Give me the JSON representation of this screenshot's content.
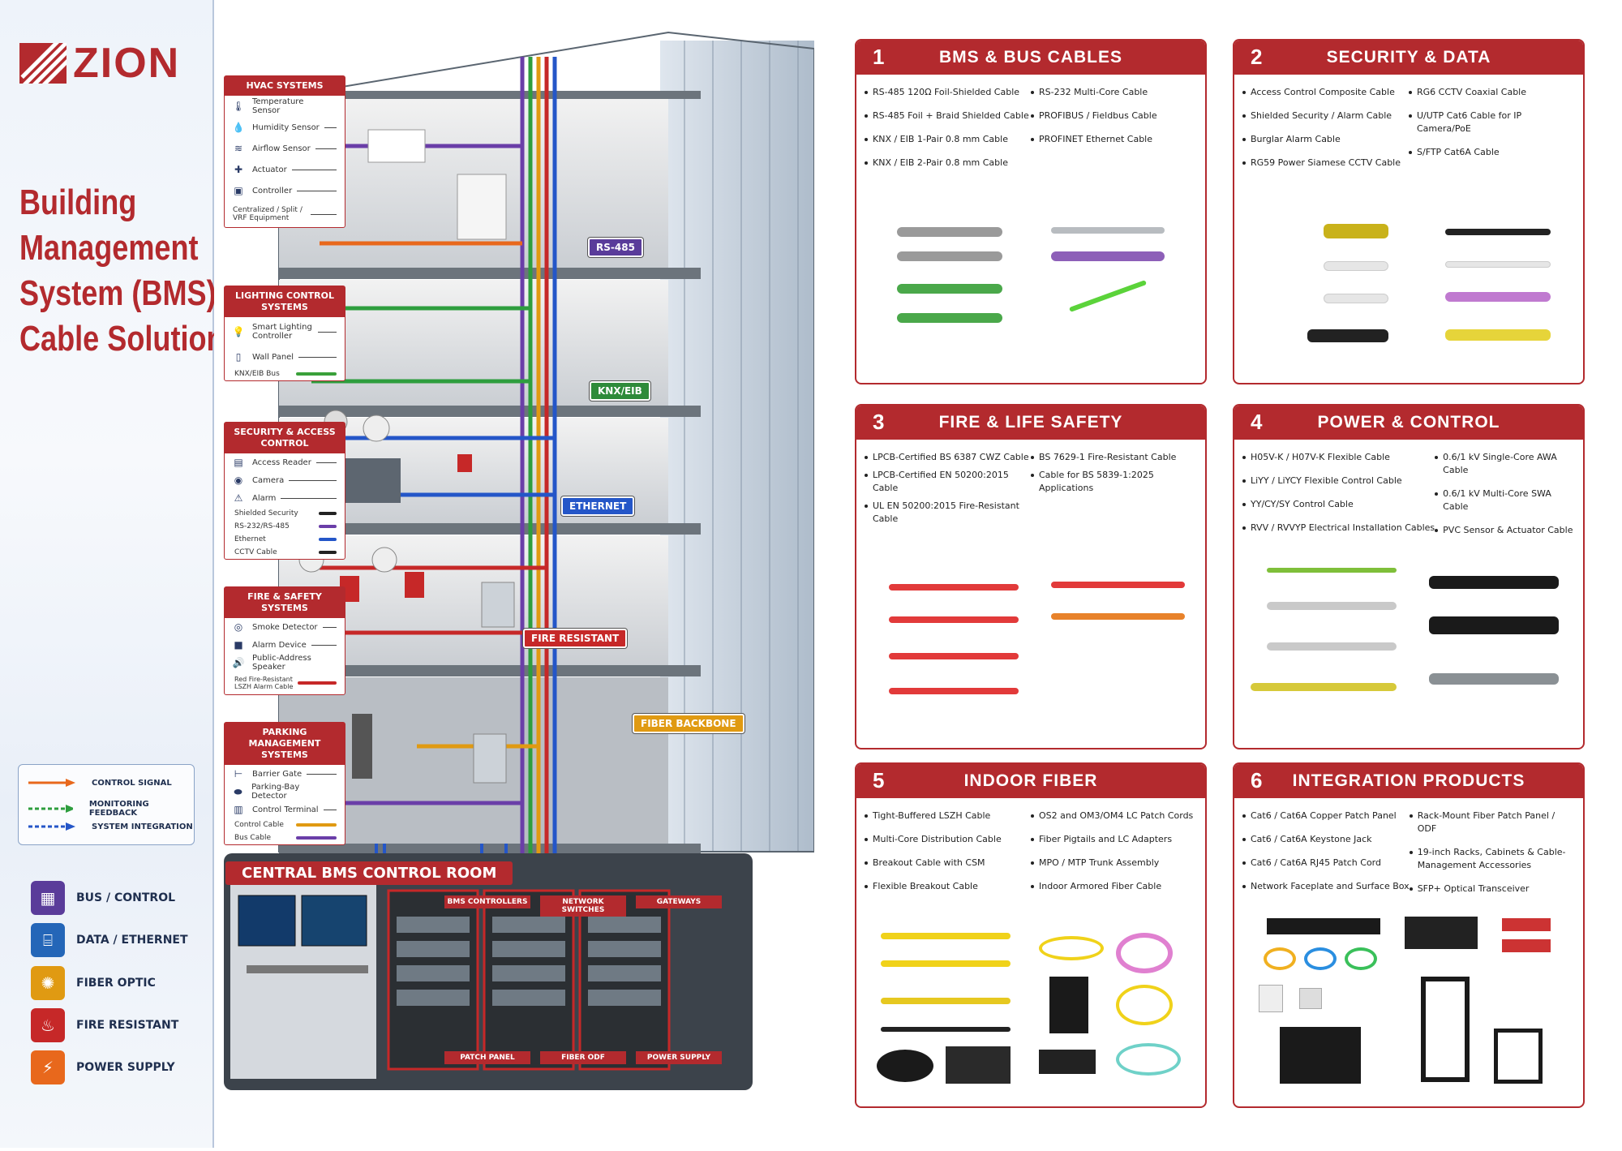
{
  "brand": {
    "name": "ZION",
    "color": "#b32a2e"
  },
  "title": [
    "Building",
    "Management",
    "System (BMS)",
    "Cable Solutions"
  ],
  "legend": [
    {
      "label": "CONTROL SIGNAL",
      "color": "#e8681c"
    },
    {
      "label": "MONITORING FEEDBACK",
      "color": "#2e9e3e"
    },
    {
      "label": "SYSTEM INTEGRATION",
      "color": "#2456c8"
    }
  ],
  "categories": [
    {
      "label": "BUS / CONTROL",
      "icon": "bus-icon",
      "color": "#5a3c9a"
    },
    {
      "label": "DATA / ETHERNET",
      "icon": "ethernet-icon",
      "color": "#2466b8"
    },
    {
      "label": "FIBER OPTIC",
      "icon": "fiber-icon",
      "color": "#e09a12"
    },
    {
      "label": "FIRE RESISTANT",
      "icon": "flame-icon",
      "color": "#c62828"
    },
    {
      "label": "POWER SUPPLY",
      "icon": "power-icon",
      "color": "#e8681c"
    }
  ],
  "systems": [
    {
      "title": "HVAC SYSTEMS",
      "items": [
        "Temperature Sensor",
        "Humidity Sensor",
        "Airflow Sensor",
        "Actuator",
        "Controller",
        "Centralized / Split / VRF Equipment"
      ],
      "cables": []
    },
    {
      "title": "LIGHTING CONTROL SYSTEMS",
      "items": [
        "Smart Lighting Controller",
        "Wall Panel"
      ],
      "cables": [
        {
          "label": "KNX/EIB Bus",
          "color": "#3aa03a"
        }
      ]
    },
    {
      "title": "SECURITY & ACCESS CONTROL",
      "items": [
        "Access Reader",
        "Camera",
        "Alarm"
      ],
      "cables": [
        {
          "label": "Shielded Security",
          "color": "#222"
        },
        {
          "label": "RS-232/RS-485",
          "color": "#6a3ea8"
        },
        {
          "label": "Ethernet",
          "color": "#2456c8"
        },
        {
          "label": "CCTV Cable",
          "color": "#222"
        }
      ]
    },
    {
      "title": "FIRE & SAFETY SYSTEMS",
      "items": [
        "Smoke Detector",
        "Alarm Device",
        "Public-Address Speaker"
      ],
      "cables": [
        {
          "label": "Red Fire-Resistant LSZH Alarm Cable",
          "color": "#c62828"
        }
      ]
    },
    {
      "title": "PARKING MANAGEMENT SYSTEMS",
      "items": [
        "Barrier Gate",
        "Parking-Bay Detector",
        "Control Terminal"
      ],
      "cables": [
        {
          "label": "Control Cable",
          "color": "#e09a12"
        },
        {
          "label": "Bus Cable",
          "color": "#6a3ea8"
        }
      ]
    }
  ],
  "tags": {
    "rs485": "RS-485",
    "knx": "KNX/EIB",
    "ethernet": "ETHERNET",
    "fire": "FIRE RESISTANT",
    "fiber": "FIBER BACKBONE"
  },
  "control_room": {
    "title": "CENTRAL BMS CONTROL ROOM",
    "racks": [
      "BMS CONTROLLERS",
      "NETWORK SWITCHES",
      "GATEWAYS"
    ],
    "bottom": [
      "PATCH PANEL",
      "FIBER ODF",
      "POWER SUPPLY"
    ]
  },
  "panels": [
    {
      "num": "1",
      "title": "BMS & BUS CABLES",
      "col1": [
        "RS-485 120Ω Foil-Shielded Cable",
        "RS-485 Foil + Braid Shielded Cable",
        "KNX / EIB 1-Pair 0.8 mm Cable",
        "KNX / EIB 2-Pair 0.8 mm Cable"
      ],
      "col2": [
        "RS-232 Multi-Core Cable",
        "PROFIBUS / Fieldbus Cable",
        "PROFINET Ethernet Cable"
      ]
    },
    {
      "num": "2",
      "title": "SECURITY & DATA",
      "col1": [
        "Access Control Composite Cable",
        "Shielded Security / Alarm Cable",
        "Burglar Alarm Cable",
        "RG59 Power Siamese CCTV Cable"
      ],
      "col2": [
        "RG6 CCTV Coaxial Cable",
        "U/UTP Cat6 Cable for IP Camera/PoE",
        "S/FTP Cat6A Cable"
      ]
    },
    {
      "num": "3",
      "title": "FIRE & LIFE SAFETY",
      "col1": [
        "LPCB-Certified BS 6387 CWZ Cable",
        "LPCB-Certified EN 50200:2015 Cable",
        "UL EN 50200:2015 Fire-Resistant Cable"
      ],
      "col2": [
        "BS 7629-1 Fire-Resistant Cable",
        "Cable for BS 5839-1:2025 Applications"
      ]
    },
    {
      "num": "4",
      "title": "POWER & CONTROL",
      "col1": [
        "H05V-K / H07V-K Flexible Cable",
        "LiYY / LiYCY Flexible Control Cable",
        "YY/CY/SY Control Cable",
        "RVV / RVVYP Electrical Installation Cables"
      ],
      "col2": [
        "0.6/1 kV Single-Core AWA Cable",
        "0.6/1 kV Multi-Core SWA Cable",
        "PVC Sensor & Actuator Cable"
      ]
    },
    {
      "num": "5",
      "title": "INDOOR FIBER",
      "col1": [
        "Tight-Buffered LSZH Cable",
        "Multi-Core Distribution Cable",
        "Breakout Cable with CSM",
        "Flexible Breakout Cable"
      ],
      "col2": [
        "OS2 and OM3/OM4 LC Patch Cords",
        "Fiber Pigtails and LC Adapters",
        "MPO / MTP Trunk Assembly",
        "Indoor Armored Fiber Cable"
      ]
    },
    {
      "num": "6",
      "title": "INTEGRATION PRODUCTS",
      "col1": [
        "Cat6 / Cat6A Copper Patch Panel",
        "Cat6 / Cat6A Keystone Jack",
        "Cat6 / Cat6A RJ45 Patch Cord",
        "Network Faceplate and Surface Box"
      ],
      "col2": [
        "Rack-Mount Fiber Patch Panel / ODF",
        "19-inch Racks, Cabinets & Cable-Management Accessories",
        "SFP+ Optical Transceiver"
      ]
    }
  ]
}
